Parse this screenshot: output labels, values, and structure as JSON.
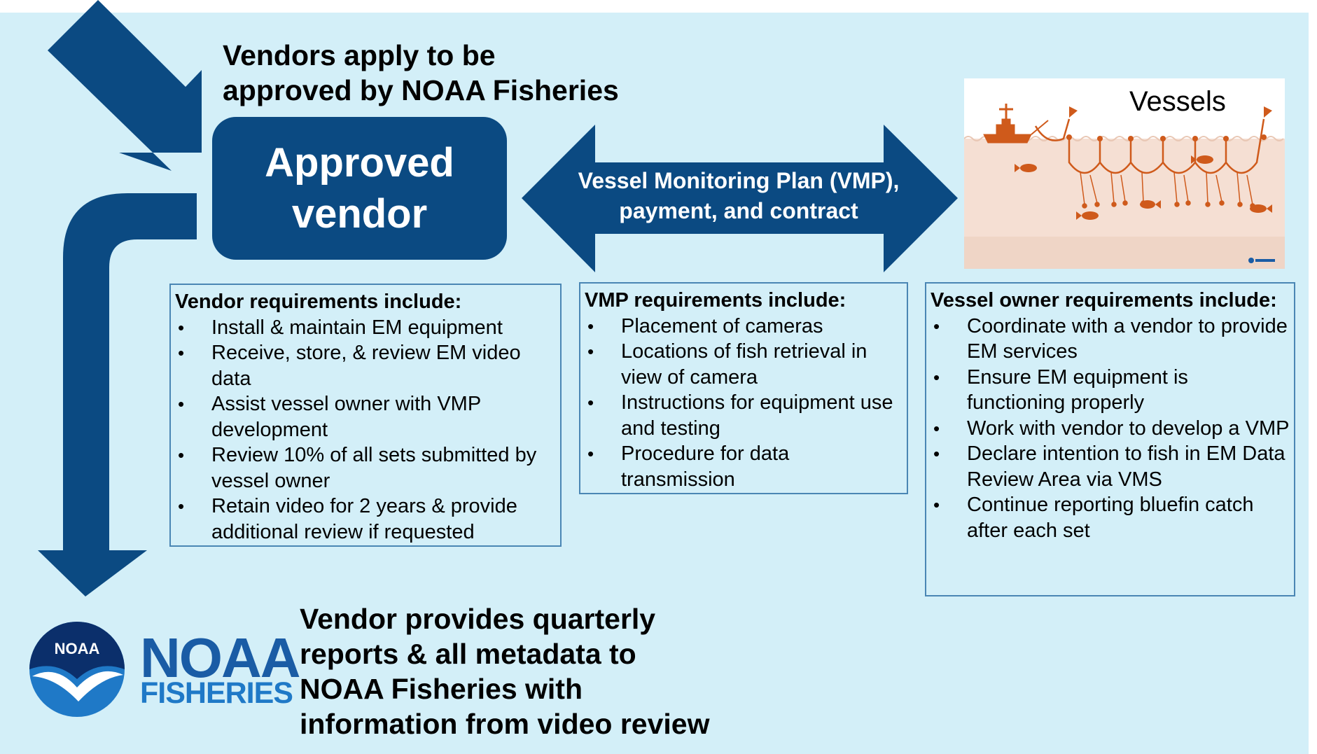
{
  "colors": {
    "panel_background": "#d3eff8",
    "navy": "#0b4a82",
    "box_border": "#4a86b4",
    "vessel_illustration": "#cf5a1b",
    "noaa_blue": "#1a5ca5"
  },
  "top_heading": [
    "Vendors apply to be",
    "approved by NOAA Fisheries"
  ],
  "approved_vendor": {
    "line1": "Approved",
    "line2": "vendor"
  },
  "double_arrow": {
    "line1": "Vessel Monitoring Plan (VMP),",
    "line2": "payment, and contract"
  },
  "vessels_label": "Vessels",
  "vendor_requirements": {
    "title": "Vendor requirements include:",
    "items": [
      "Install & maintain EM equipment",
      "Receive, store, & review EM video data",
      "Assist vessel owner with VMP development",
      "Review 10% of all sets submitted by vessel owner",
      "Retain video for 2 years & provide additional review if requested"
    ]
  },
  "vmp_requirements": {
    "title": "VMP requirements include:",
    "items": [
      "Placement of cameras",
      "Locations of fish retrieval in view of camera",
      "Instructions for equipment use and testing",
      "Procedure for data transmission"
    ]
  },
  "vessel_owner_requirements": {
    "title": "Vessel owner requirements include:",
    "items": [
      "Coordinate with a vendor to provide EM services",
      "Ensure EM equipment is functioning properly",
      "Work with vendor to develop a VMP",
      "Declare intention to fish in EM Data Review Area via VMS",
      "Continue reporting bluefin catch after each set"
    ]
  },
  "bottom_heading": [
    "Vendor provides quarterly",
    "reports & all metadata to",
    "NOAA Fisheries with",
    "information from video review"
  ],
  "logo": {
    "emblem_text": "NOAA",
    "word1": "NOAA",
    "word2": "FISHERIES"
  }
}
